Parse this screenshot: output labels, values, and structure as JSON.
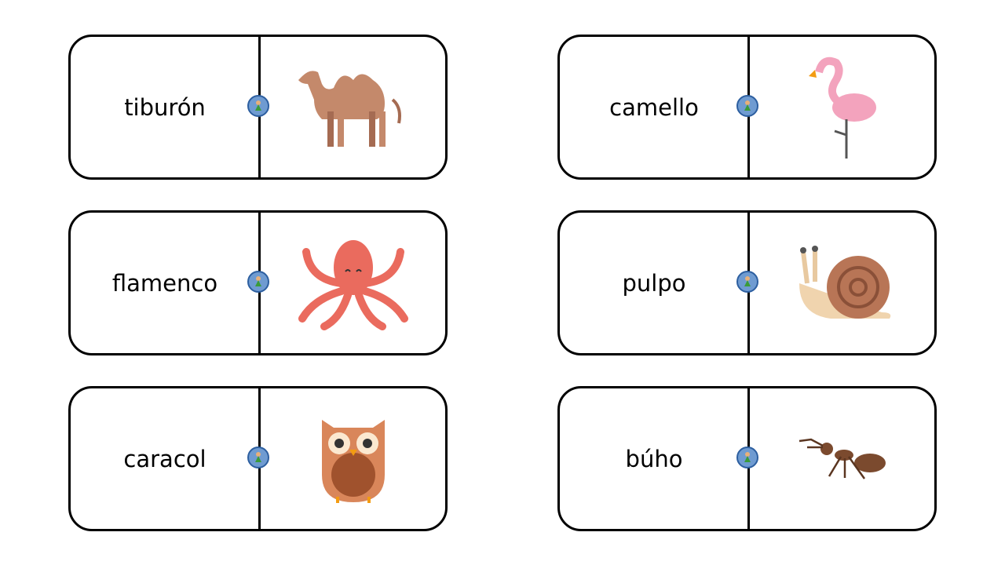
{
  "cards": [
    {
      "word": "tiburón",
      "image": "camel-icon"
    },
    {
      "word": "camello",
      "image": "flamingo-icon"
    },
    {
      "word": "flamenco",
      "image": "octopus-icon"
    },
    {
      "word": "pulpo",
      "image": "snail-icon"
    },
    {
      "word": "caracol",
      "image": "owl-icon"
    },
    {
      "word": "búho",
      "image": "ant-icon"
    }
  ],
  "colors": {
    "border": "#000000",
    "badge": "#6f9bd1"
  }
}
